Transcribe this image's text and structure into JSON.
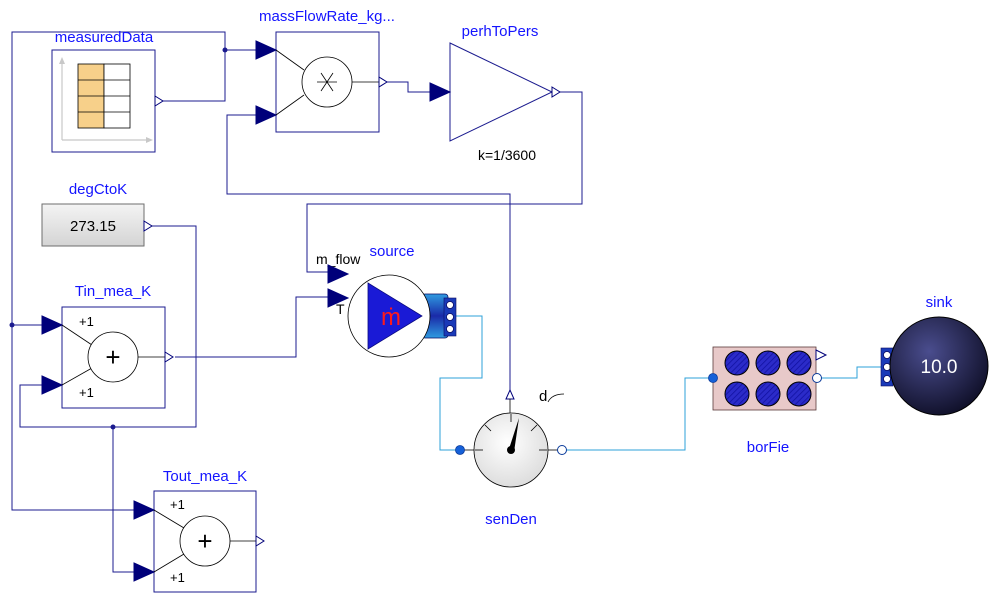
{
  "blocks": {
    "measured_data": {
      "name": "measuredData"
    },
    "mass_flow_rate": {
      "name": "massFlowRate_kg..."
    },
    "perh_to_pers": {
      "name": "perhToPers",
      "param": "k=1/3600"
    },
    "deg_c_to_k": {
      "name": "degCtoK",
      "value": "273.15"
    },
    "tin_mea_k": {
      "name": "Tin_mea_K",
      "sign1": "+1",
      "sign2": "+1",
      "op": "+"
    },
    "tout_mea_k": {
      "name": "Tout_mea_K",
      "sign1": "+1",
      "sign2": "+1",
      "op": "+"
    },
    "source": {
      "name": "source",
      "port_mflow": "m_flow",
      "port_t": "T",
      "symbol": "ṁ"
    },
    "sen_den": {
      "name": "senDen",
      "output": "d"
    },
    "bor_fie": {
      "name": "borFie"
    },
    "sink": {
      "name": "sink",
      "value": "10.0"
    }
  },
  "colors": {
    "label_blue": "#1414ff",
    "signal_wire": "#1b1b8f",
    "fluid_wire": "#2ea0d8",
    "pump_blue": "#1a1ad6",
    "mdot_red": "#ff1a1a",
    "borefield_bg": "#e8c9c9",
    "sink_dark": "#1a1a3a",
    "table_orange": "#f7d08a"
  },
  "icons": {
    "table": "table-icon",
    "product": "multiply-icon",
    "gain": "gain-triangle-icon",
    "sum": "plus-icon",
    "pump": "mass-flow-source-icon",
    "sensor": "density-gauge-icon",
    "borefield": "borefield-icon",
    "sink": "boundary-sink-icon"
  }
}
